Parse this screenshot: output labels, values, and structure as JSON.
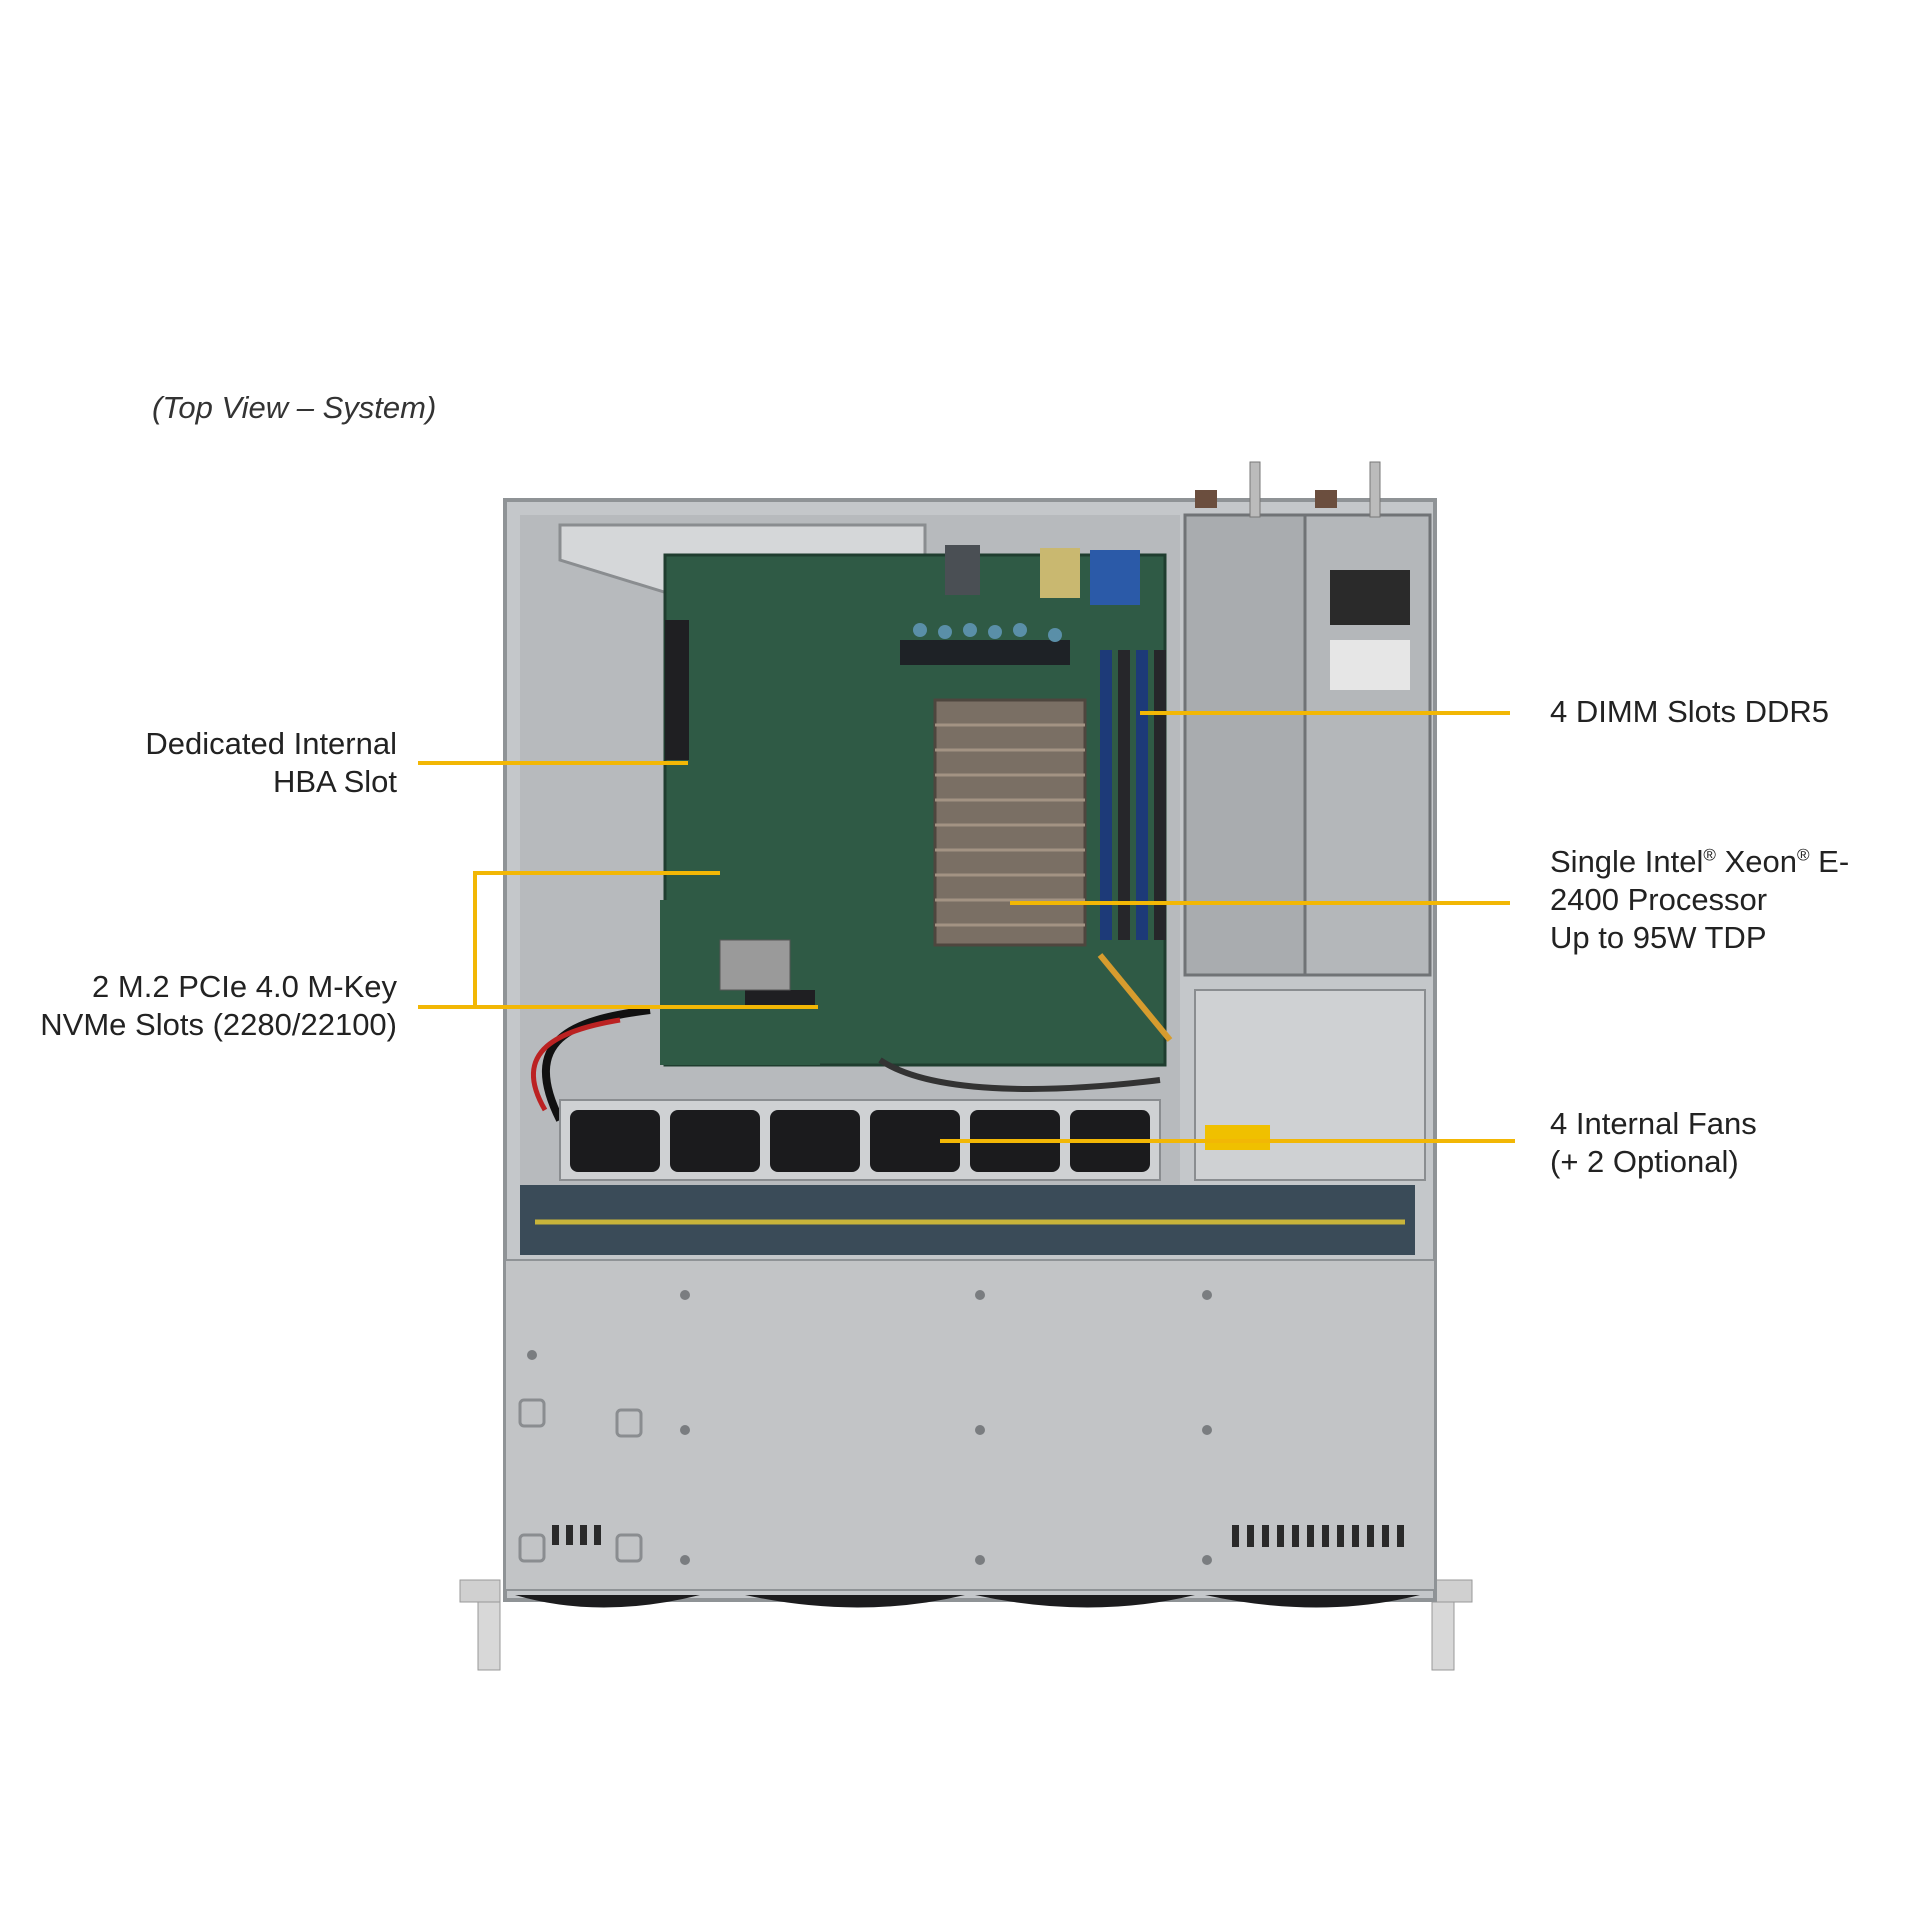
{
  "caption": "(Top View – System)",
  "colors": {
    "callout": "#f2b705",
    "chassis": "#c4c7ca",
    "motherboard": "#2f5a45",
    "psu": "#a9acaf"
  },
  "callouts": {
    "hba": {
      "lines": [
        "Dedicated Internal",
        "HBA Slot"
      ]
    },
    "m2": {
      "lines": [
        "2 M.2 PCIe 4.0 M-Key",
        "NVMe Slots (2280/22100)"
      ]
    },
    "dimm": {
      "lines": [
        "4 DIMM  Slots DDR5"
      ]
    },
    "cpu": {
      "line1_a": "Single Intel",
      "line1_r1": "®",
      "line1_b": " Xeon",
      "line1_r2": "®",
      "line1_c": " E-",
      "line2": "2400 Processor",
      "line3": "Up to 95W TDP"
    },
    "fans": {
      "lines": [
        "4 Internal  Fans",
        "(+ 2 Optional)"
      ]
    }
  }
}
